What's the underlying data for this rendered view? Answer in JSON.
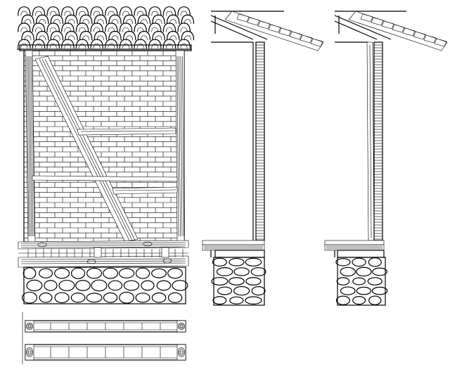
{
  "drawing": {
    "views": [
      {
        "name": "front-elevation"
      },
      {
        "name": "section-a"
      },
      {
        "name": "section-b"
      },
      {
        "name": "plan-top"
      },
      {
        "name": "plan-bottom"
      }
    ],
    "line_color": "#000000",
    "background": "#ffffff",
    "icons": [
      "roof-tile-icon",
      "brick-icon",
      "timber-beam-icon",
      "stone-icon"
    ]
  }
}
